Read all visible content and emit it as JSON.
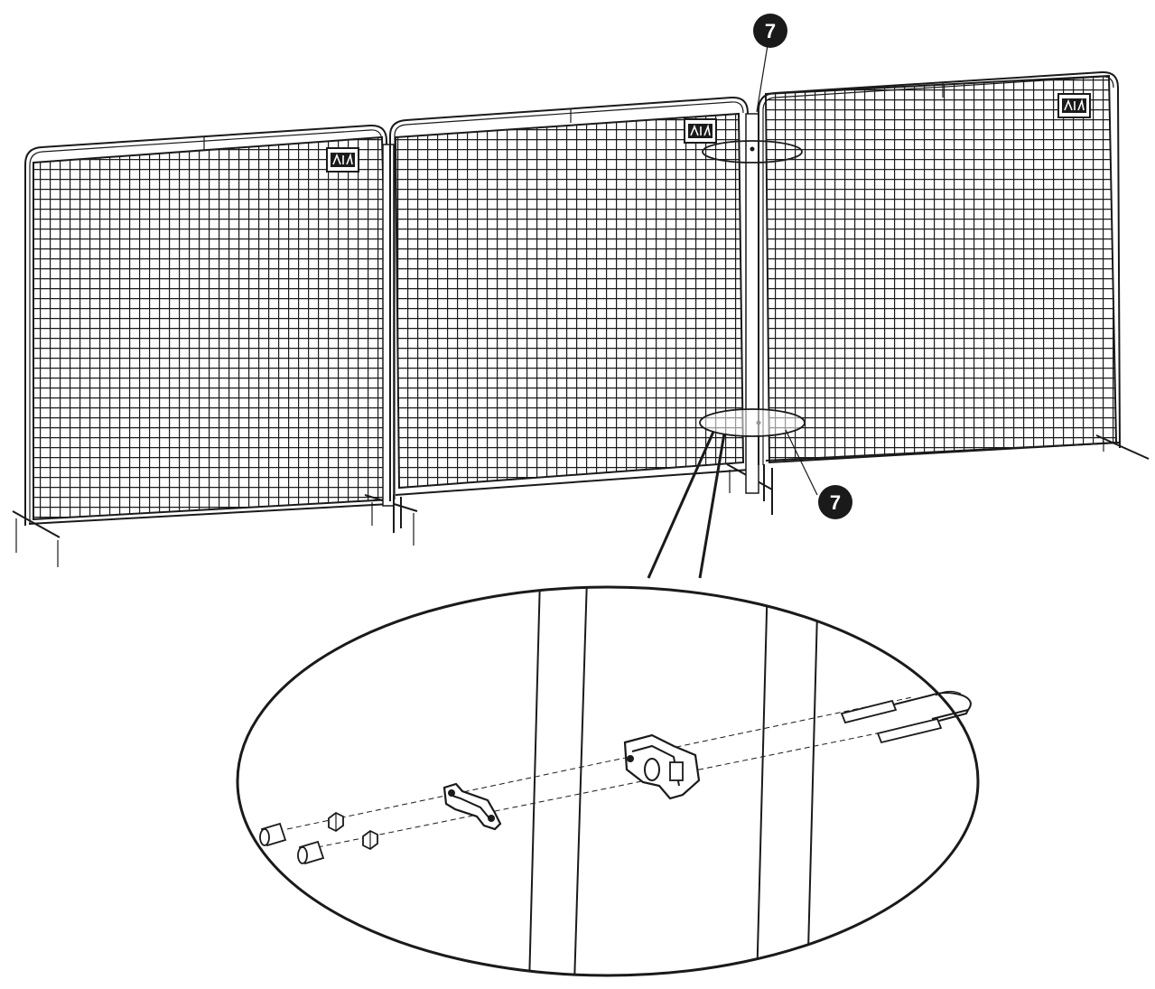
{
  "callouts": [
    {
      "id": "top",
      "label": "7"
    },
    {
      "id": "bottom",
      "label": "7"
    }
  ],
  "panels": [
    {
      "id": "left",
      "logo_icon": "brand-logo-icon"
    },
    {
      "id": "middle",
      "logo_icon": "brand-logo-icon"
    },
    {
      "id": "right",
      "logo_icon": "brand-logo-icon"
    }
  ],
  "detail": {
    "parts_icons": [
      "spacer-sleeve-icon",
      "nut-icon",
      "bracket-icon",
      "clamp-icon",
      "bolt-icon"
    ]
  },
  "colors": {
    "line": "#1a1a1a",
    "callout_fill": "#1a1a1a",
    "background": "#ffffff"
  }
}
